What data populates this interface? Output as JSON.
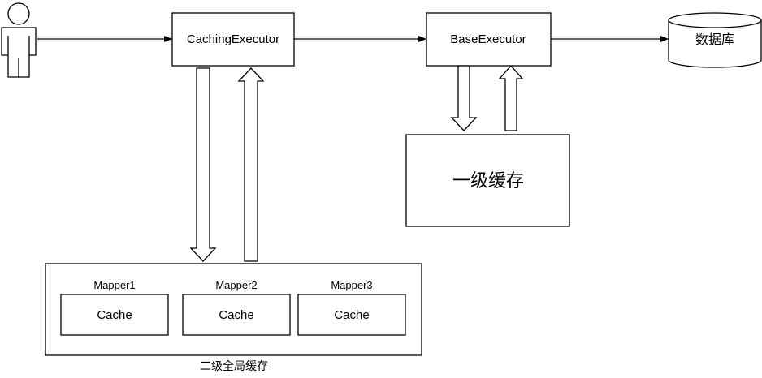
{
  "nodes": {
    "caching_executor": "CachingExecutor",
    "base_executor": "BaseExecutor",
    "database": "数据库",
    "first_level_cache": "一级缓存",
    "second_level_cache": "二级全局缓存",
    "mappers": [
      {
        "name": "Mapper1",
        "cache": "Cache"
      },
      {
        "name": "Mapper2",
        "cache": "Cache"
      },
      {
        "name": "Mapper3",
        "cache": "Cache"
      }
    ]
  },
  "colors": {
    "stroke": "#000000",
    "fill": "#ffffff",
    "arrow_fill": "#ffffff"
  },
  "icons": {
    "user": "user-icon",
    "database": "database-icon"
  }
}
